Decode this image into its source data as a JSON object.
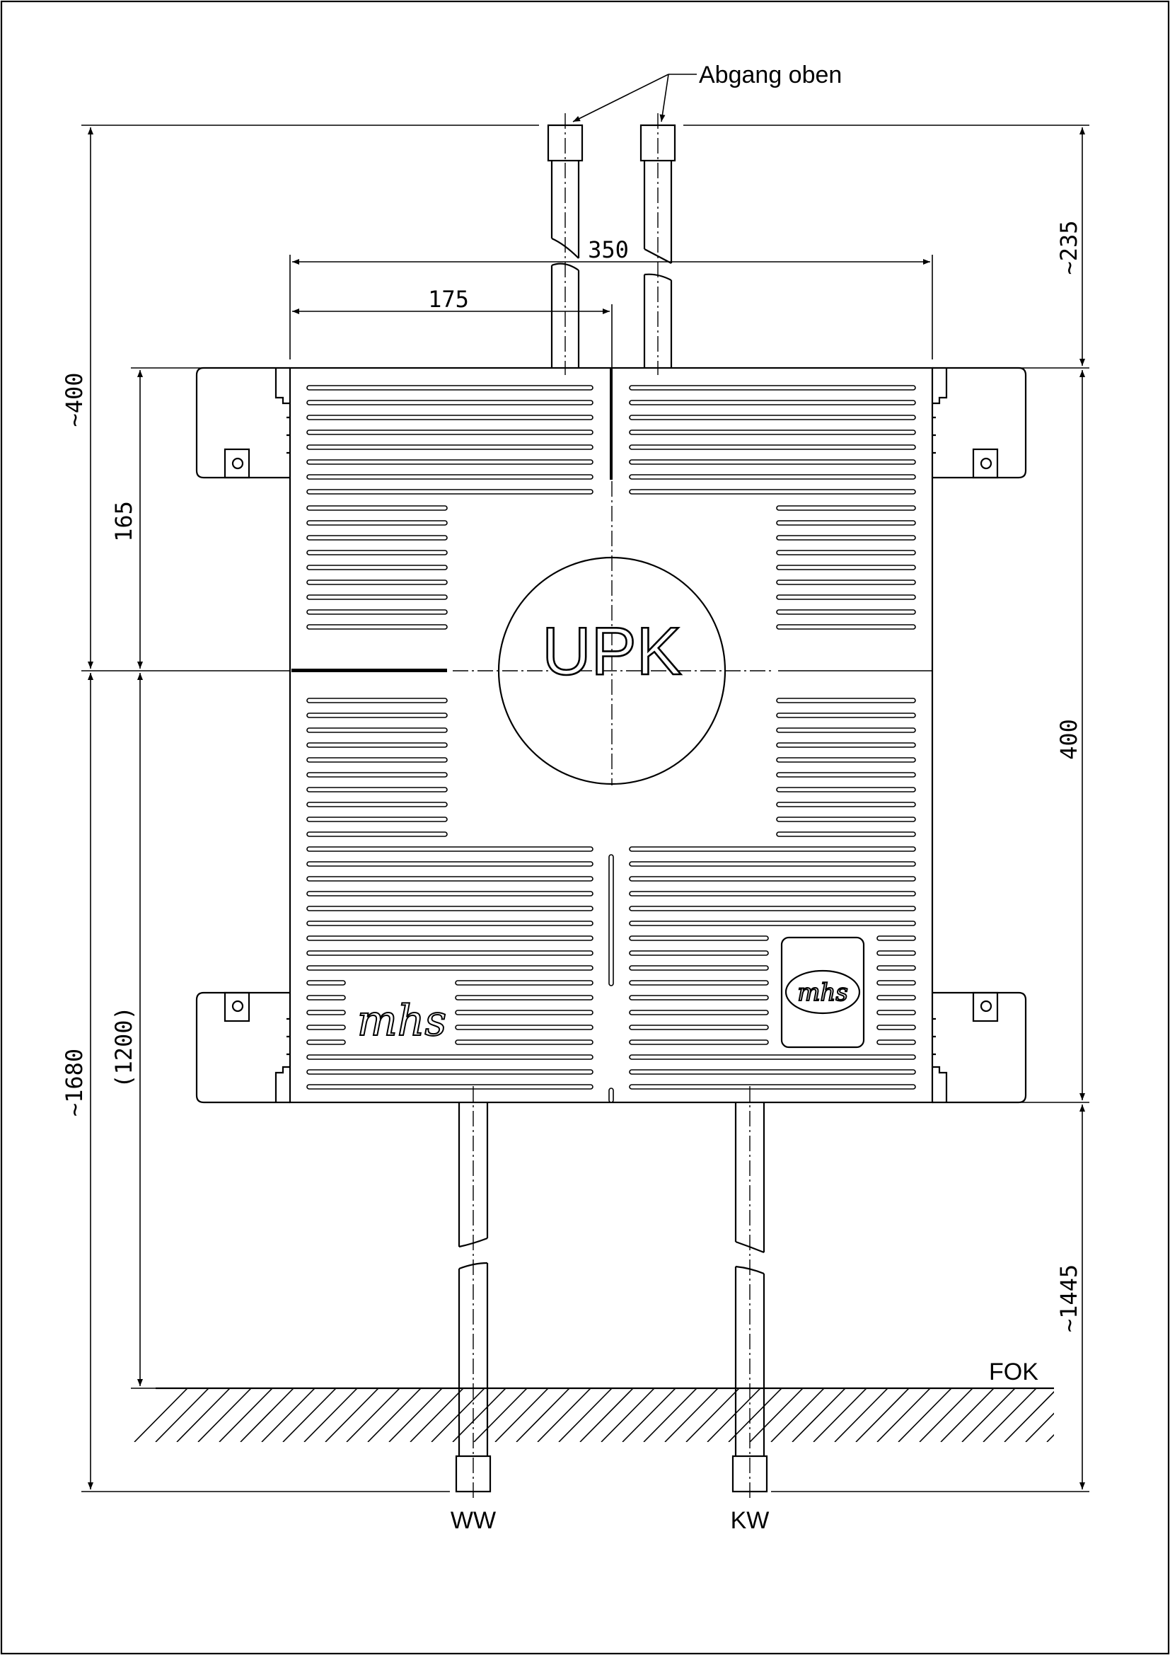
{
  "labels": {
    "outlet_top": "Abgang oben",
    "ww": "WW",
    "kw": "KW",
    "fok": "FOK",
    "center": "UPK",
    "brand": "mhs",
    "brand_badge": "mhs"
  },
  "dimensions": {
    "width_total": "350",
    "width_half": "175",
    "top_height": "~400",
    "top_offset": "~235",
    "upper_section": "165",
    "box_height": "400",
    "mount_height": "(1200)",
    "total_height": "~1680",
    "floor_offset": "~1445"
  }
}
